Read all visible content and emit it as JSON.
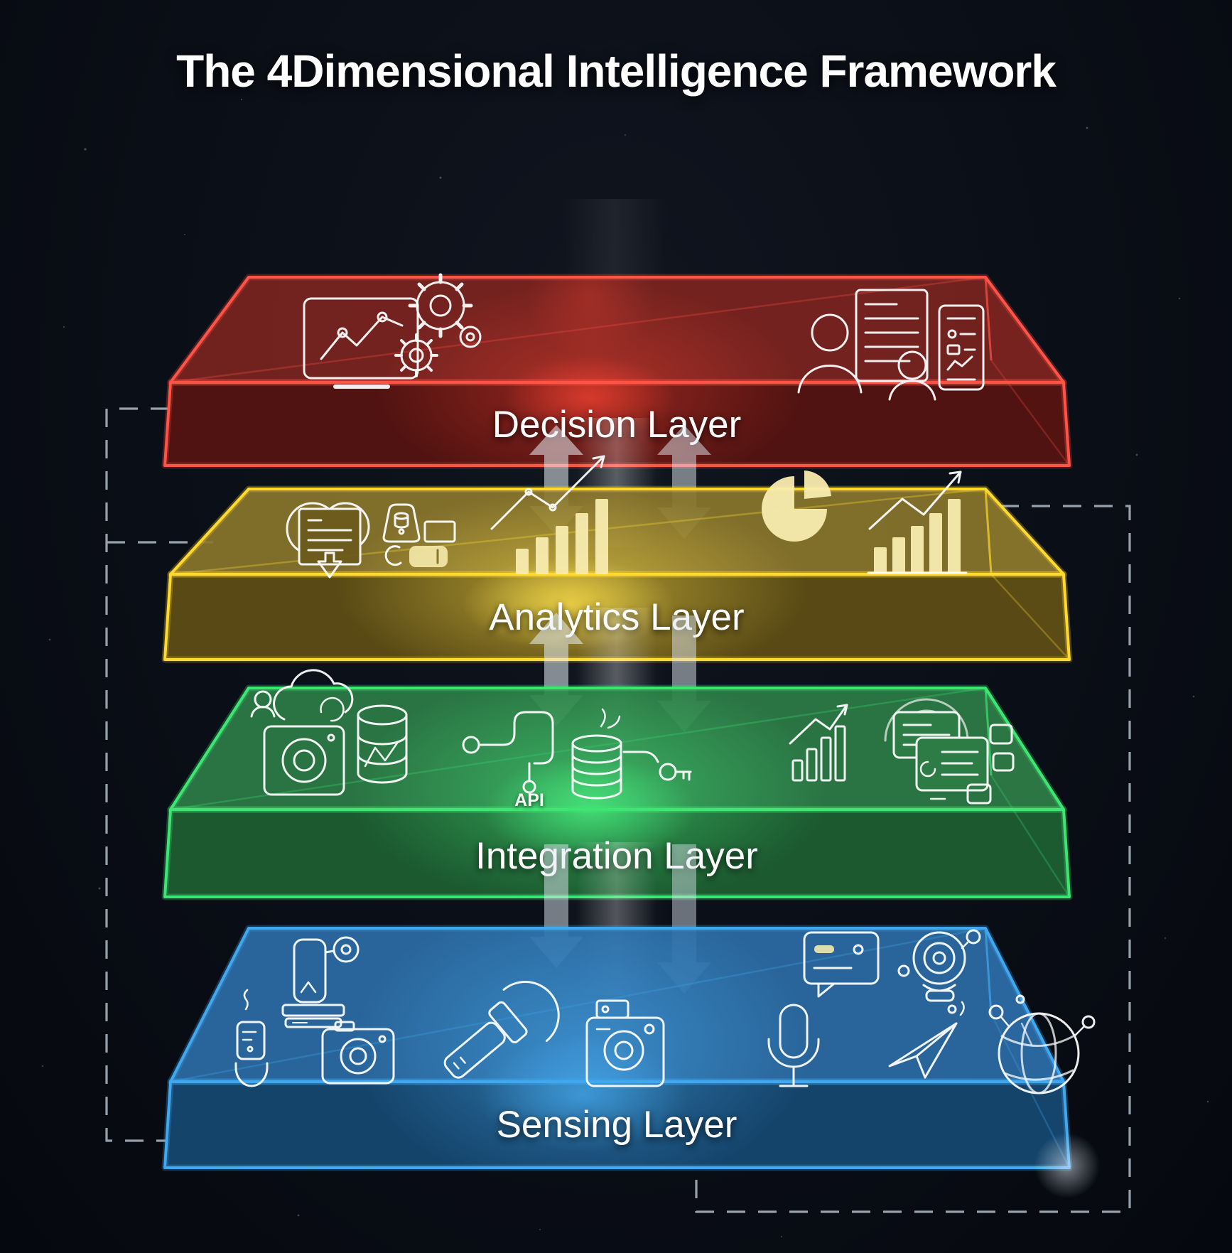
{
  "title": "The 4Dimensional Intelligence Framework",
  "layers": [
    {
      "id": "decision",
      "label": "Decision Layer",
      "color": "#ff5347",
      "icons": [
        "monitor-analytics-icon",
        "gear-cluster-icon",
        "team-briefing-icon",
        "mobile-dashboard-icon"
      ]
    },
    {
      "id": "analytics",
      "label": "Analytics Layer",
      "color": "#ffd92e",
      "icons": [
        "knowledge-brain-icon",
        "ml-terminal-icon",
        "glowing-bar-chart-icon",
        "pie-chart-icon",
        "growth-bar-chart-icon"
      ]
    },
    {
      "id": "integration",
      "label": "Integration Layer",
      "color": "#3fe573",
      "api_label": "API",
      "icons": [
        "cloud-camera-sync-icon",
        "database-cylinder-icon",
        "api-pipeline-icon",
        "data-coin-stack-icon",
        "stats-trend-icon",
        "screens-radar-icon"
      ]
    },
    {
      "id": "sensing",
      "label": "Sensing Layer",
      "color": "#41a8ef",
      "icons": [
        "industrial-sensor-icon",
        "message-console-icon",
        "webcam-icon",
        "probe-sensor-icon",
        "camera-icon",
        "handheld-scanner-icon",
        "instant-camera-icon",
        "microphone-icon",
        "paper-plane-icon",
        "satellite-globe-icon"
      ]
    }
  ],
  "flows": [
    {
      "from": "Decision Layer",
      "to": "Analytics Layer",
      "direction": "bidirectional"
    },
    {
      "from": "Analytics Layer",
      "to": "Integration Layer",
      "direction": "bidirectional"
    },
    {
      "from": "Integration Layer",
      "to": "Sensing Layer",
      "direction": "down"
    }
  ]
}
